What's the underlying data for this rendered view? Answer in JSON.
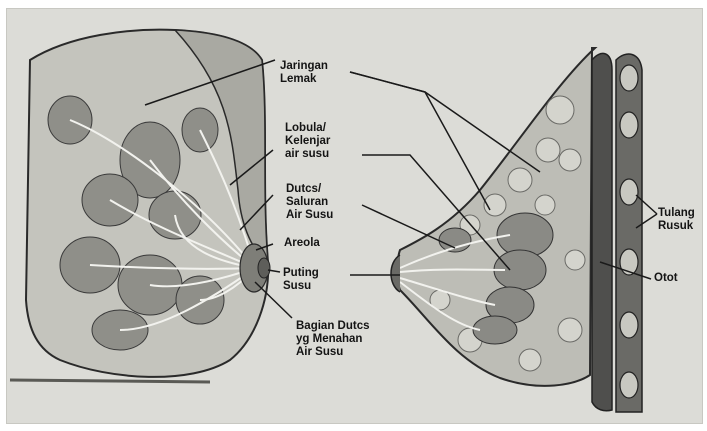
{
  "labels": {
    "jaringan_lemak": [
      "Jaringan",
      "Lemak"
    ],
    "lobula": [
      "Lobula/",
      "Kelenjar",
      "air susu"
    ],
    "ducts": [
      "Dutcs/",
      "Saluran",
      "Air Susu"
    ],
    "areola": [
      "Areola"
    ],
    "puting": [
      "Puting",
      "Susu"
    ],
    "bagian": [
      "Bagian Dutcs",
      "yg Menahan",
      "Air Susu"
    ],
    "tulang": [
      "Tulang",
      "Rusuk"
    ],
    "otot": [
      "Otot"
    ]
  },
  "colors": {
    "paper": "#dcdcd7",
    "tissue": "#b9b9b2",
    "lobule": "#8a8a85",
    "line": "#1a1a1a",
    "muscle": "#4a4a48"
  }
}
